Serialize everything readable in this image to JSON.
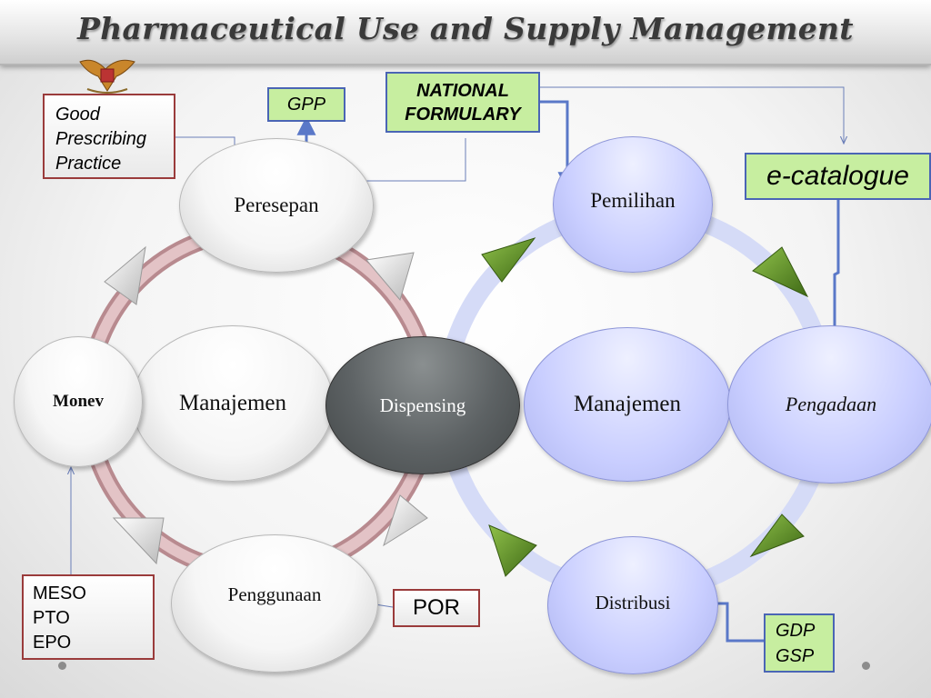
{
  "title": "Pharmaceutical Use and Supply Management",
  "icons": {
    "emblem": "garuda-emblem-icon",
    "bullet": "bullet-dot-icon"
  },
  "colors": {
    "left_ring": "#d6aeb2",
    "right_ring": "#d5dbf7",
    "green_box": "#c7eea0",
    "red_border": "#9a3b3b",
    "blue_connector": "#5a78c8",
    "dispensing": "#5d6264",
    "arrow_green": "#4f7f1f"
  },
  "left_cycle": {
    "peresepan": "Peresepan",
    "manajemen": "Manajemen",
    "monev": "Monev",
    "penggunaan": "Penggunaan"
  },
  "center": {
    "dispensing": "Dispensing"
  },
  "right_cycle": {
    "pemilihan": "Pemilihan",
    "manajemen": "Manajemen",
    "pengadaan": "Pengadaan",
    "distribusi": "Distribusi"
  },
  "boxes": {
    "gpp_full": [
      "Good",
      "Prescribing",
      "Practice"
    ],
    "gpp": "GPP",
    "national_formulary": [
      "NATIONAL",
      "FORMULARY"
    ],
    "e_catalogue": "e-catalogue",
    "meso": [
      "MESO",
      "PTO",
      "EPO"
    ],
    "por": "POR",
    "gdp_gsp": [
      "GDP",
      "GSP"
    ]
  }
}
